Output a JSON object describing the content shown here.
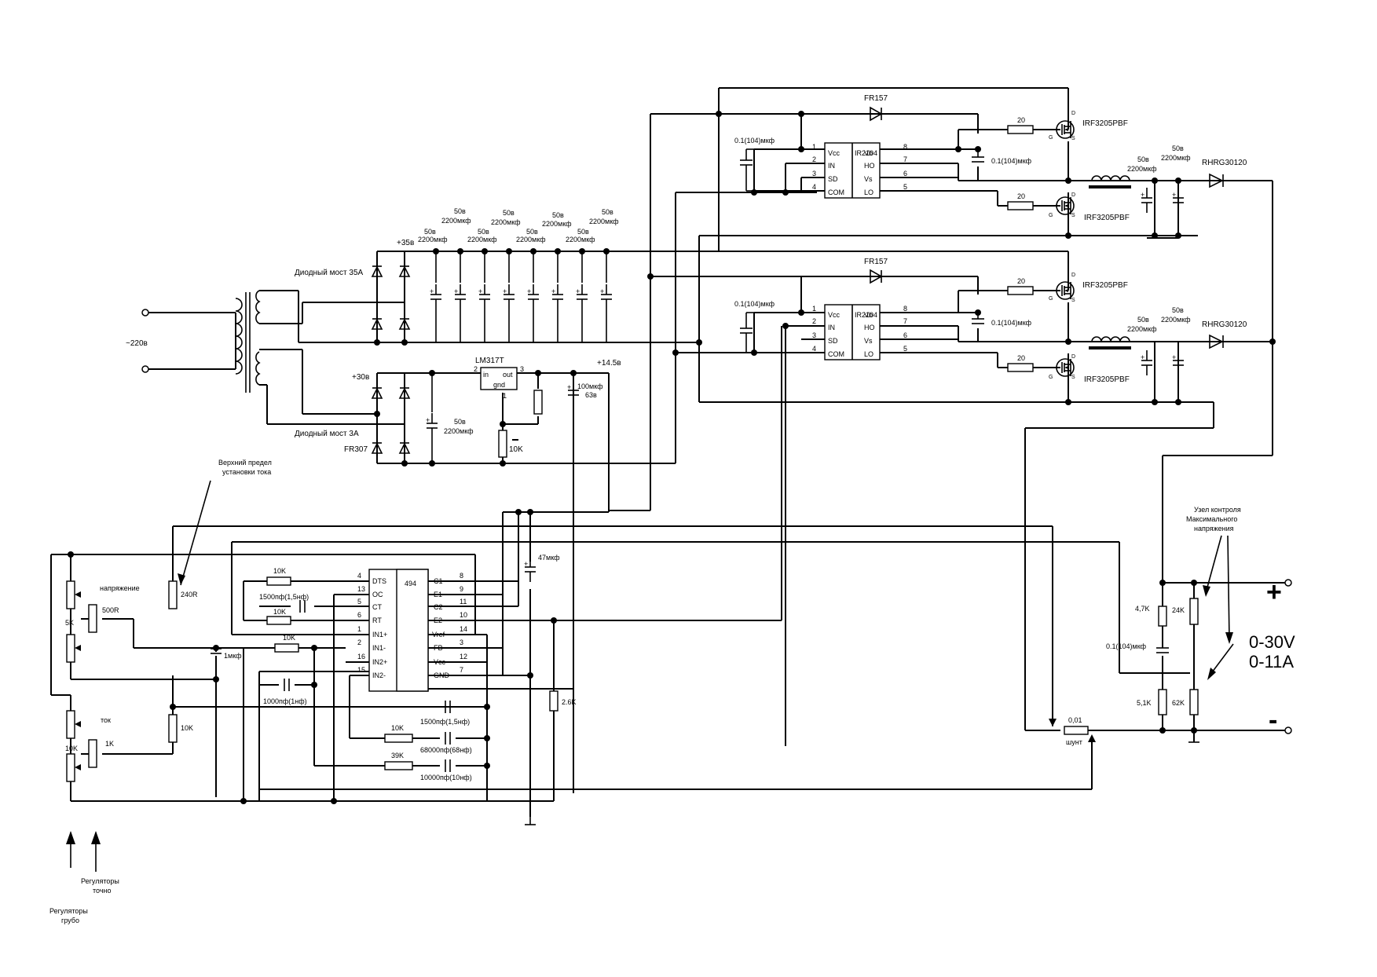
{
  "input": {
    "mains": "~220в"
  },
  "bridges": {
    "main": "Диодный мост 35А",
    "aux": "Диодный мост 3А",
    "aux_diode": "FR307"
  },
  "rails": {
    "v35": "+35в",
    "v30": "+30в",
    "v14": "+14.5в"
  },
  "caps": {
    "voltage": "50в",
    "cap": "2200мкф",
    "c100": "100мкф",
    "c100v": "63в",
    "c47": "47мкф",
    "c01": "0.1(104)мкф",
    "c1u": "1мкф"
  },
  "regulator": {
    "name": "LM317T",
    "in": "in",
    "out": "out",
    "gnd": "gnd",
    "p1": "1",
    "p2": "2",
    "p3": "3",
    "trim": "10K"
  },
  "driver": {
    "name": "IR2104",
    "left": [
      {
        "pin": "1",
        "name": "Vcc"
      },
      {
        "pin": "2",
        "name": "IN"
      },
      {
        "pin": "3",
        "name": "SD"
      },
      {
        "pin": "4",
        "name": "COM"
      }
    ],
    "right": [
      {
        "pin": "8",
        "name": "Vb"
      },
      {
        "pin": "7",
        "name": "HO"
      },
      {
        "pin": "6",
        "name": "Vs"
      },
      {
        "pin": "5",
        "name": "LO"
      }
    ]
  },
  "power": {
    "diode": "FR157",
    "mosfet": "IRF3205PBF",
    "gate_r": "20",
    "out_diode": "RHRG30120",
    "d": "D",
    "g": "G",
    "s": "S"
  },
  "pwm": {
    "name": "494",
    "left": [
      {
        "pin": "4",
        "name": "DTS"
      },
      {
        "pin": "13",
        "name": "OC"
      },
      {
        "pin": "5",
        "name": "CT"
      },
      {
        "pin": "6",
        "name": "RT"
      },
      {
        "pin": "1",
        "name": "IN1+"
      },
      {
        "pin": "2",
        "name": "IN1-"
      },
      {
        "pin": "16",
        "name": "IN2+"
      },
      {
        "pin": "15",
        "name": "IN2-"
      }
    ],
    "right": [
      {
        "pin": "8",
        "name": "C1"
      },
      {
        "pin": "9",
        "name": "E1"
      },
      {
        "pin": "11",
        "name": "C2"
      },
      {
        "pin": "10",
        "name": "E2"
      },
      {
        "pin": "14",
        "name": "Vref"
      },
      {
        "pin": "3",
        "name": "FB"
      },
      {
        "pin": "12",
        "name": "Vcc"
      },
      {
        "pin": "7",
        "name": "GND"
      }
    ]
  },
  "pwm_parts": {
    "r_dts": "10K",
    "c_ct": "1500пф(1,5нф)",
    "r_rt": "10K",
    "r_in": "10K",
    "c_in2": "1000пф(1нф)",
    "c_fb1": "1500пф(1,5нф)",
    "r_fb1": "10K",
    "c_fb2": "68000пф(68нф)",
    "r_fb2": "39K",
    "c_fb3": "10000пф(10нф)",
    "r_26": "2.6K"
  },
  "control": {
    "voltage": "напряжение",
    "r5k": "5K",
    "r500": "500R",
    "r240": "240R",
    "current": "ток",
    "r10k": "10K",
    "r1k": "1K",
    "r10k_b": "10K",
    "r10k_l": "10K",
    "upper_limit": "Верхний предел установки тока",
    "fine": "Регуляторы точно",
    "coarse": "Регуляторы грубо"
  },
  "output": {
    "r47": "4,7K",
    "r24": "24K",
    "r51": "5,1K",
    "r62": "62K",
    "shunt_val": "0,01",
    "shunt": "шунт",
    "monitor": "Узел контроля Максимального напряжения",
    "range_v": "0-30V",
    "range_a": "0-11A",
    "plus": "+",
    "minus": "-"
  }
}
